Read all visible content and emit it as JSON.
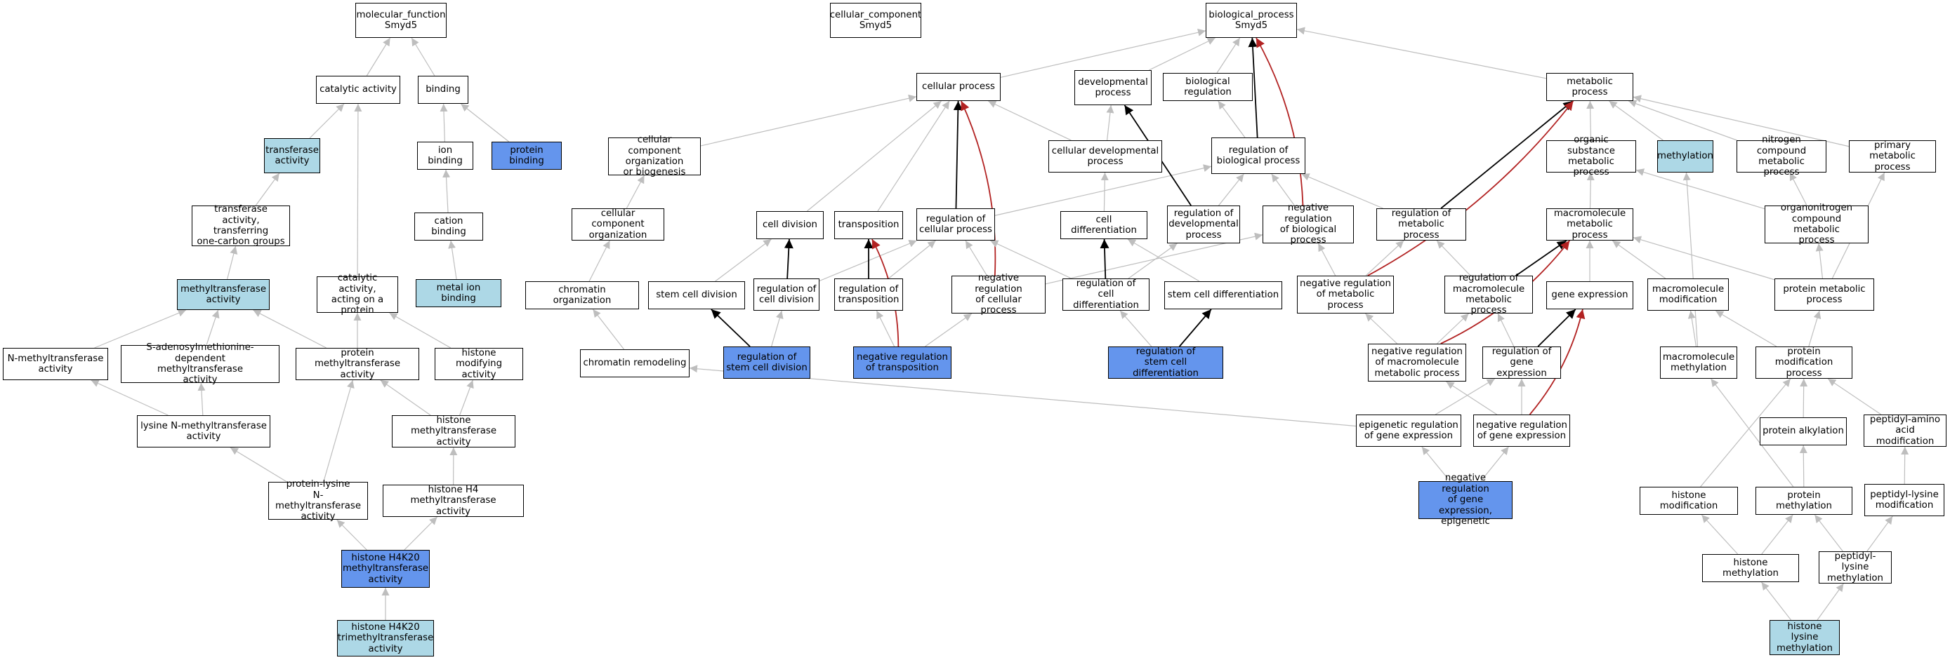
{
  "colors": {
    "light": "#add8e6",
    "blue": "#6495ed",
    "edge_gray": "#bebebe",
    "edge_black": "#000000",
    "edge_red": "#b22222"
  },
  "nodes": [
    {
      "id": "mf",
      "label": "molecular_function\nSmyd5",
      "fill": "none"
    },
    {
      "id": "cc",
      "label": "cellular_component\nSmyd5",
      "fill": "none"
    },
    {
      "id": "bp",
      "label": "biological_process\nSmyd5",
      "fill": "none"
    },
    {
      "id": "catalytic",
      "label": "catalytic activity",
      "fill": "none"
    },
    {
      "id": "binding",
      "label": "binding",
      "fill": "none"
    },
    {
      "id": "transferase",
      "label": "transferase\nactivity",
      "fill": "light"
    },
    {
      "id": "ionbinding",
      "label": "ion binding",
      "fill": "none"
    },
    {
      "id": "proteinbinding",
      "label": "protein binding",
      "fill": "blue"
    },
    {
      "id": "transfer1c",
      "label": "transferase\nactivity, transferring\none-carbon groups",
      "fill": "none"
    },
    {
      "id": "cationbinding",
      "label": "cation binding",
      "fill": "none"
    },
    {
      "id": "methyltransferase",
      "label": "methyltransferase\nactivity",
      "fill": "light"
    },
    {
      "id": "catprotein",
      "label": "catalytic activity,\nacting on a\nprotein",
      "fill": "none"
    },
    {
      "id": "metalion",
      "label": "metal ion binding",
      "fill": "light"
    },
    {
      "id": "nmethyl",
      "label": "N-methyltransferase\nactivity",
      "fill": "none"
    },
    {
      "id": "sam",
      "label": "S-adenosylmethionine-dependent\nmethyltransferase\nactivity",
      "fill": "none"
    },
    {
      "id": "protmethyl",
      "label": "protein methyltransferase\nactivity",
      "fill": "none"
    },
    {
      "id": "histmodact",
      "label": "histone modifying\nactivity",
      "fill": "none"
    },
    {
      "id": "lysnmethyl",
      "label": "lysine N-methyltransferase\nactivity",
      "fill": "none"
    },
    {
      "id": "histmethylact",
      "label": "histone methyltransferase\nactivity",
      "fill": "none"
    },
    {
      "id": "protlysnmethyl",
      "label": "protein-lysine\nN-methyltransferase\nactivity",
      "fill": "none"
    },
    {
      "id": "h4methyl",
      "label": "histone H4 methyltransferase\nactivity",
      "fill": "none"
    },
    {
      "id": "h4k20",
      "label": "histone H4K20\nmethyltransferase\nactivity",
      "fill": "blue"
    },
    {
      "id": "h4k20tri",
      "label": "histone H4K20\ntrimethyltransferase\nactivity",
      "fill": "light"
    },
    {
      "id": "cellproc",
      "label": "cellular process",
      "fill": "none"
    },
    {
      "id": "devproc",
      "label": "developmental\nprocess",
      "fill": "none"
    },
    {
      "id": "bioreg",
      "label": "biological regulation",
      "fill": "none"
    },
    {
      "id": "metaproc",
      "label": "metabolic process",
      "fill": "none"
    },
    {
      "id": "ccorg",
      "label": "cellular component\norganization\nor biogenesis",
      "fill": "none"
    },
    {
      "id": "celldev",
      "label": "cellular developmental\nprocess",
      "fill": "none"
    },
    {
      "id": "regbio",
      "label": "regulation of\nbiological process",
      "fill": "none"
    },
    {
      "id": "orgsubst",
      "label": "organic substance\nmetabolic process",
      "fill": "none"
    },
    {
      "id": "methylation",
      "label": "methylation",
      "fill": "light"
    },
    {
      "id": "nitrogen",
      "label": "nitrogen compound\nmetabolic process",
      "fill": "none"
    },
    {
      "id": "primary",
      "label": "primary metabolic\nprocess",
      "fill": "none"
    },
    {
      "id": "ccorg2",
      "label": "cellular component\norganization",
      "fill": "none"
    },
    {
      "id": "celldiv",
      "label": "cell division",
      "fill": "none"
    },
    {
      "id": "transposition",
      "label": "transposition",
      "fill": "none"
    },
    {
      "id": "regcell",
      "label": "regulation of\ncellular process",
      "fill": "none"
    },
    {
      "id": "celldiff",
      "label": "cell differentiation",
      "fill": "none"
    },
    {
      "id": "regdev",
      "label": "regulation of\ndevelopmental\nprocess",
      "fill": "none"
    },
    {
      "id": "negregbio",
      "label": "negative regulation\nof biological\nprocess",
      "fill": "none"
    },
    {
      "id": "regmeta",
      "label": "regulation of\nmetabolic process",
      "fill": "none"
    },
    {
      "id": "macromol",
      "label": "macromolecule\nmetabolic process",
      "fill": "none"
    },
    {
      "id": "organonitro",
      "label": "organonitrogen\ncompound metabolic\nprocess",
      "fill": "none"
    },
    {
      "id": "chromorg",
      "label": "chromatin organization",
      "fill": "none"
    },
    {
      "id": "stemdiv",
      "label": "stem cell division",
      "fill": "none"
    },
    {
      "id": "regcelldiv",
      "label": "regulation of\ncell division",
      "fill": "none"
    },
    {
      "id": "regtransp",
      "label": "regulation of\ntransposition",
      "fill": "none"
    },
    {
      "id": "negregcell",
      "label": "negative regulation\nof cellular\nprocess",
      "fill": "none"
    },
    {
      "id": "regcelldiff",
      "label": "regulation of\ncell differentiation",
      "fill": "none"
    },
    {
      "id": "stemdiff",
      "label": "stem cell differentiation",
      "fill": "none"
    },
    {
      "id": "negregmeta",
      "label": "negative regulation\nof metabolic\nprocess",
      "fill": "none"
    },
    {
      "id": "regmacro",
      "label": "regulation of\nmacromolecule\nmetabolic process",
      "fill": "none"
    },
    {
      "id": "geneexpr",
      "label": "gene expression",
      "fill": "none"
    },
    {
      "id": "macromod",
      "label": "macromolecule\nmodification",
      "fill": "none"
    },
    {
      "id": "protmeta",
      "label": "protein metabolic\nprocess",
      "fill": "none"
    },
    {
      "id": "chromremod",
      "label": "chromatin remodeling",
      "fill": "none"
    },
    {
      "id": "regstemdiv",
      "label": "regulation of\nstem cell division",
      "fill": "blue"
    },
    {
      "id": "negregtransp",
      "label": "negative regulation\nof transposition",
      "fill": "blue"
    },
    {
      "id": "regstemdiff",
      "label": "regulation of\nstem cell differentiation",
      "fill": "blue"
    },
    {
      "id": "negregmacro",
      "label": "negative regulation\nof macromolecule\nmetabolic process",
      "fill": "none"
    },
    {
      "id": "reggeneexpr",
      "label": "regulation of\ngene expression",
      "fill": "none"
    },
    {
      "id": "macromethyl",
      "label": "macromolecule\nmethylation",
      "fill": "none"
    },
    {
      "id": "protmodproc",
      "label": "protein modification\nprocess",
      "fill": "none"
    },
    {
      "id": "epireg",
      "label": "epigenetic regulation\nof gene expression",
      "fill": "none"
    },
    {
      "id": "negreggene",
      "label": "negative regulation\nof gene expression",
      "fill": "none"
    },
    {
      "id": "protalkyl",
      "label": "protein alkylation",
      "fill": "none"
    },
    {
      "id": "peptaa",
      "label": "peptidyl-amino\nacid modification",
      "fill": "none"
    },
    {
      "id": "negregepi",
      "label": "negative regulation\nof gene expression,\nepigenetic",
      "fill": "blue"
    },
    {
      "id": "histmod",
      "label": "histone modification",
      "fill": "none"
    },
    {
      "id": "protmethylproc",
      "label": "protein methylation",
      "fill": "none"
    },
    {
      "id": "peptlysmod",
      "label": "peptidyl-lysine\nmodification",
      "fill": "none"
    },
    {
      "id": "histmethylproc",
      "label": "histone methylation",
      "fill": "none"
    },
    {
      "id": "peptlysmethyl",
      "label": "peptidyl-lysine\nmethylation",
      "fill": "none"
    },
    {
      "id": "histlysmethyl",
      "label": "histone lysine\nmethylation",
      "fill": "light"
    }
  ],
  "edges": [
    [
      "catalytic",
      "mf",
      "gray"
    ],
    [
      "binding",
      "mf",
      "gray"
    ],
    [
      "transferase",
      "catalytic",
      "gray"
    ],
    [
      "ionbinding",
      "binding",
      "gray"
    ],
    [
      "proteinbinding",
      "binding",
      "gray"
    ],
    [
      "transfer1c",
      "transferase",
      "gray"
    ],
    [
      "cationbinding",
      "ionbinding",
      "gray"
    ],
    [
      "methyltransferase",
      "transfer1c",
      "gray"
    ],
    [
      "catprotein",
      "catalytic",
      "gray"
    ],
    [
      "metalion",
      "cationbinding",
      "gray"
    ],
    [
      "nmethyl",
      "methyltransferase",
      "gray"
    ],
    [
      "sam",
      "methyltransferase",
      "gray"
    ],
    [
      "protmethyl",
      "methyltransferase",
      "gray"
    ],
    [
      "protmethyl",
      "catprotein",
      "gray"
    ],
    [
      "histmodact",
      "catprotein",
      "gray"
    ],
    [
      "lysnmethyl",
      "nmethyl",
      "gray"
    ],
    [
      "lysnmethyl",
      "sam",
      "gray"
    ],
    [
      "histmethylact",
      "protmethyl",
      "gray"
    ],
    [
      "histmethylact",
      "histmodact",
      "gray"
    ],
    [
      "protlysnmethyl",
      "lysnmethyl",
      "gray"
    ],
    [
      "protlysnmethyl",
      "protmethyl",
      "gray"
    ],
    [
      "h4methyl",
      "histmethylact",
      "gray"
    ],
    [
      "h4k20",
      "protlysnmethyl",
      "gray"
    ],
    [
      "h4k20",
      "h4methyl",
      "gray"
    ],
    [
      "h4k20tri",
      "h4k20",
      "gray"
    ],
    [
      "cellproc",
      "bp",
      "gray"
    ],
    [
      "devproc",
      "bp",
      "gray"
    ],
    [
      "bioreg",
      "bp",
      "gray"
    ],
    [
      "metaproc",
      "bp",
      "gray"
    ],
    [
      "ccorg",
      "cellproc",
      "gray"
    ],
    [
      "celldev",
      "cellproc",
      "gray"
    ],
    [
      "celldev",
      "devproc",
      "gray"
    ],
    [
      "regbio",
      "bioreg",
      "gray"
    ],
    [
      "regbio",
      "bp",
      "black"
    ],
    [
      "orgsubst",
      "metaproc",
      "gray"
    ],
    [
      "methylation",
      "metaproc",
      "gray"
    ],
    [
      "nitrogen",
      "metaproc",
      "gray"
    ],
    [
      "primary",
      "metaproc",
      "gray"
    ],
    [
      "ccorg2",
      "ccorg",
      "gray"
    ],
    [
      "celldiv",
      "cellproc",
      "gray"
    ],
    [
      "transposition",
      "cellproc",
      "gray"
    ],
    [
      "regcell",
      "cellproc",
      "black"
    ],
    [
      "regcell",
      "regbio",
      "gray"
    ],
    [
      "celldiff",
      "celldev",
      "gray"
    ],
    [
      "regdev",
      "regbio",
      "gray"
    ],
    [
      "regdev",
      "devproc",
      "black"
    ],
    [
      "negregbio",
      "regbio",
      "gray"
    ],
    [
      "negregbio",
      "bp",
      "red"
    ],
    [
      "regmeta",
      "regbio",
      "gray"
    ],
    [
      "regmeta",
      "metaproc",
      "black"
    ],
    [
      "macromol",
      "orgsubst",
      "gray"
    ],
    [
      "organonitro",
      "nitrogen",
      "gray"
    ],
    [
      "organonitro",
      "orgsubst",
      "gray"
    ],
    [
      "chromorg",
      "ccorg2",
      "gray"
    ],
    [
      "stemdiv",
      "celldiv",
      "gray"
    ],
    [
      "regcelldiv",
      "celldiv",
      "black"
    ],
    [
      "regcelldiv",
      "regcell",
      "gray"
    ],
    [
      "regtransp",
      "transposition",
      "black"
    ],
    [
      "regtransp",
      "regcell",
      "gray"
    ],
    [
      "negregcell",
      "regcell",
      "gray"
    ],
    [
      "negregcell",
      "negregbio",
      "gray"
    ],
    [
      "negregcell",
      "cellproc",
      "red"
    ],
    [
      "regcelldiff",
      "celldiff",
      "black"
    ],
    [
      "regcelldiff",
      "regcell",
      "gray"
    ],
    [
      "regcelldiff",
      "regdev",
      "gray"
    ],
    [
      "stemdiff",
      "celldiff",
      "gray"
    ],
    [
      "negregmeta",
      "regmeta",
      "gray"
    ],
    [
      "negregmeta",
      "negregbio",
      "gray"
    ],
    [
      "negregmeta",
      "metaproc",
      "red"
    ],
    [
      "regmacro",
      "regmeta",
      "gray"
    ],
    [
      "regmacro",
      "macromol",
      "black"
    ],
    [
      "geneexpr",
      "macromol",
      "gray"
    ],
    [
      "macromod",
      "macromol",
      "gray"
    ],
    [
      "protmeta",
      "macromol",
      "gray"
    ],
    [
      "protmeta",
      "primary",
      "gray"
    ],
    [
      "protmeta",
      "organonitro",
      "gray"
    ],
    [
      "chromremod",
      "chromorg",
      "gray"
    ],
    [
      "regstemdiv",
      "stemdiv",
      "black"
    ],
    [
      "regstemdiv",
      "regcelldiv",
      "gray"
    ],
    [
      "negregtransp",
      "transposition",
      "red"
    ],
    [
      "negregtransp",
      "regtransp",
      "gray"
    ],
    [
      "negregtransp",
      "negregcell",
      "gray"
    ],
    [
      "regstemdiff",
      "stemdiff",
      "black"
    ],
    [
      "regstemdiff",
      "regcelldiff",
      "gray"
    ],
    [
      "negregmacro",
      "regmacro",
      "gray"
    ],
    [
      "negregmacro",
      "negregmeta",
      "gray"
    ],
    [
      "negregmacro",
      "macromol",
      "red"
    ],
    [
      "reggeneexpr",
      "regmacro",
      "gray"
    ],
    [
      "reggeneexpr",
      "geneexpr",
      "black"
    ],
    [
      "macromethyl",
      "macromod",
      "gray"
    ],
    [
      "macromethyl",
      "methylation",
      "gray"
    ],
    [
      "protmodproc",
      "macromod",
      "gray"
    ],
    [
      "protmodproc",
      "protmeta",
      "gray"
    ],
    [
      "epireg",
      "reggeneexpr",
      "gray"
    ],
    [
      "epireg",
      "chromremod",
      "gray"
    ],
    [
      "negreggene",
      "reggeneexpr",
      "gray"
    ],
    [
      "negreggene",
      "negregmacro",
      "gray"
    ],
    [
      "negreggene",
      "geneexpr",
      "red"
    ],
    [
      "protalkyl",
      "protmodproc",
      "gray"
    ],
    [
      "peptaa",
      "protmodproc",
      "gray"
    ],
    [
      "negregepi",
      "epireg",
      "gray"
    ],
    [
      "negregepi",
      "negreggene",
      "gray"
    ],
    [
      "histmod",
      "protmodproc",
      "gray"
    ],
    [
      "protmethylproc",
      "protalkyl",
      "gray"
    ],
    [
      "protmethylproc",
      "macromethyl",
      "gray"
    ],
    [
      "peptlysmod",
      "peptaa",
      "gray"
    ],
    [
      "histmethylproc",
      "histmod",
      "gray"
    ],
    [
      "histmethylproc",
      "protmethylproc",
      "gray"
    ],
    [
      "peptlysmethyl",
      "peptlysmod",
      "gray"
    ],
    [
      "peptlysmethyl",
      "protmethylproc",
      "gray"
    ],
    [
      "histlysmethyl",
      "histmethylproc",
      "gray"
    ],
    [
      "histlysmethyl",
      "peptlysmethyl",
      "gray"
    ]
  ]
}
